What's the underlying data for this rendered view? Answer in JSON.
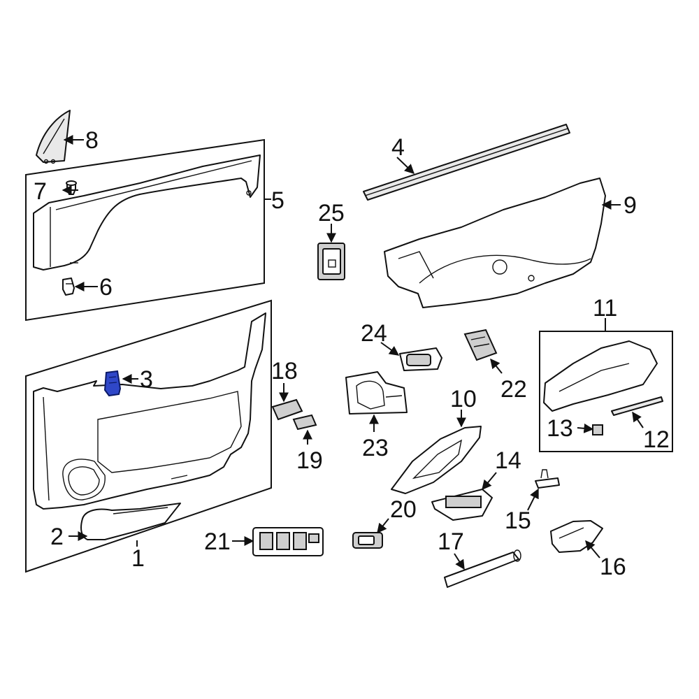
{
  "diagram": {
    "highlight_color": "#2f47c8",
    "callouts": [
      {
        "id": "1",
        "label": "1"
      },
      {
        "id": "2",
        "label": "2"
      },
      {
        "id": "3",
        "label": "3"
      },
      {
        "id": "4",
        "label": "4"
      },
      {
        "id": "5",
        "label": "5"
      },
      {
        "id": "6",
        "label": "6"
      },
      {
        "id": "7",
        "label": "7"
      },
      {
        "id": "8",
        "label": "8"
      },
      {
        "id": "9",
        "label": "9"
      },
      {
        "id": "10",
        "label": "10"
      },
      {
        "id": "11",
        "label": "11"
      },
      {
        "id": "12",
        "label": "12"
      },
      {
        "id": "13",
        "label": "13"
      },
      {
        "id": "14",
        "label": "14"
      },
      {
        "id": "15",
        "label": "15"
      },
      {
        "id": "16",
        "label": "16"
      },
      {
        "id": "17",
        "label": "17"
      },
      {
        "id": "18",
        "label": "18"
      },
      {
        "id": "19",
        "label": "19"
      },
      {
        "id": "20",
        "label": "20"
      },
      {
        "id": "21",
        "label": "21"
      },
      {
        "id": "22",
        "label": "22"
      },
      {
        "id": "23",
        "label": "23"
      },
      {
        "id": "24",
        "label": "24"
      },
      {
        "id": "25",
        "label": "25"
      }
    ]
  }
}
